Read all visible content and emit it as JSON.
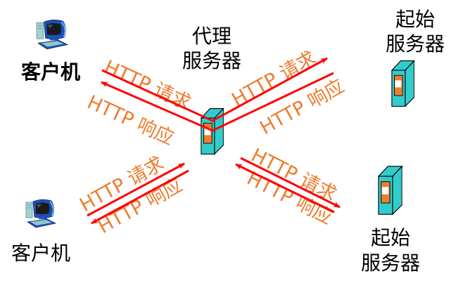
{
  "diagram": {
    "title": "HTTP proxy server diagram",
    "colors": {
      "arrow": "#FF0000",
      "message_text": "#ED7D31",
      "server_body": "#33CCCC",
      "server_panel": "#ED7D31",
      "server_window": "#FFFFFF",
      "label_text": "#000000"
    },
    "nodes": {
      "client_top": {
        "label": "客户机",
        "icon": "computer-icon"
      },
      "client_bottom": {
        "label": "客户机",
        "icon": "computer-icon"
      },
      "proxy": {
        "label_line1": "代理",
        "label_line2": "服务器",
        "icon": "server-icon"
      },
      "origin_top": {
        "label_line1": "起始",
        "label_line2": "服务器",
        "icon": "server-icon"
      },
      "origin_bottom": {
        "label_line1": "起始",
        "label_line2": "服务器",
        "icon": "server-icon"
      }
    },
    "messages": {
      "client_top_request": "HTTP 请求",
      "client_top_response": "HTTP 响应",
      "origin_top_request": "HTTP 请求",
      "origin_top_response": "HTTP 响应",
      "client_bottom_request": "HTTP 请求",
      "client_bottom_response": "HTTP 响应",
      "origin_bottom_request": "HTTP 请求",
      "origin_bottom_response": "HTTP 响应"
    }
  }
}
